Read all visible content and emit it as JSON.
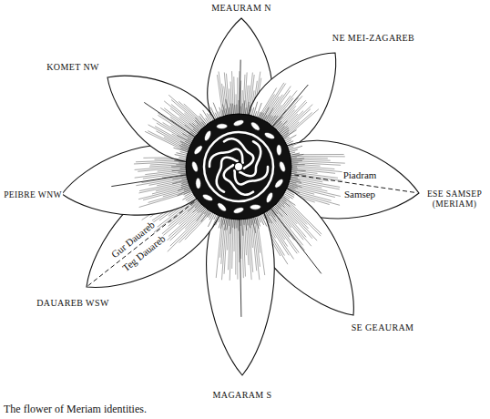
{
  "diagram": {
    "caption": "The flower of Meriam identities.",
    "labels": [
      "MEAURAM N",
      "NE MEI-ZAGAREB",
      "ESE SAMSEP (MERIAM)",
      "SE GEAURAM",
      "MAGARAM S",
      "DAUAREB WSW",
      "PEIBRE WNW",
      "KOMET NW",
      "Piadram",
      "Samsep",
      "Gur Dauareb",
      "Teg Dauareb"
    ]
  }
}
